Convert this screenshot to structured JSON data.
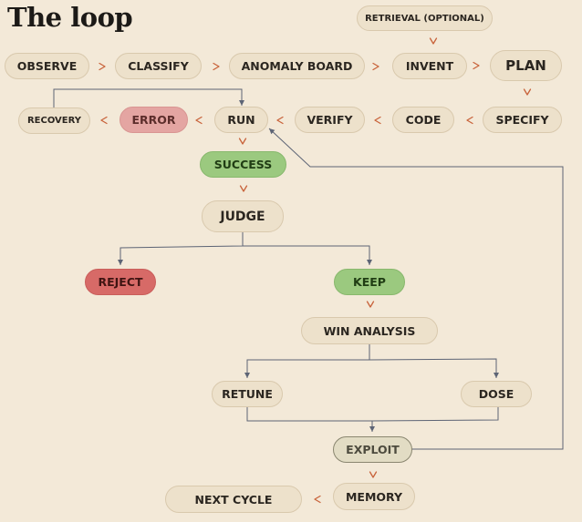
{
  "title": "The loop",
  "nodes": {
    "retrieval": "RETRIEVAL (OPTIONAL)",
    "observe": "OBSERVE",
    "classify": "CLASSIFY",
    "anomaly_board": "ANOMALY BOARD",
    "invent": "INVENT",
    "plan": "PLAN",
    "specify": "SPECIFY",
    "code": "CODE",
    "verify": "VERIFY",
    "run": "RUN",
    "error": "ERROR",
    "recovery": "RECOVERY",
    "success": "SUCCESS",
    "judge": "JUDGE",
    "reject": "REJECT",
    "keep": "KEEP",
    "win_analysis": "WIN ANALYSIS",
    "retune": "RETUNE",
    "dose": "DOSE",
    "exploit": "EXPLOIT",
    "memory": "MEMORY",
    "next_cycle": "NEXT CYCLE"
  },
  "colors": {
    "background": "#f3e9d8",
    "node": "#ede1cb",
    "error": "#e4a5a2",
    "reject": "#d76a67",
    "success_keep": "#9bc97f",
    "exploit": "#e2dcc4",
    "arrow": "#c8623a",
    "connector": "#5d6475"
  }
}
